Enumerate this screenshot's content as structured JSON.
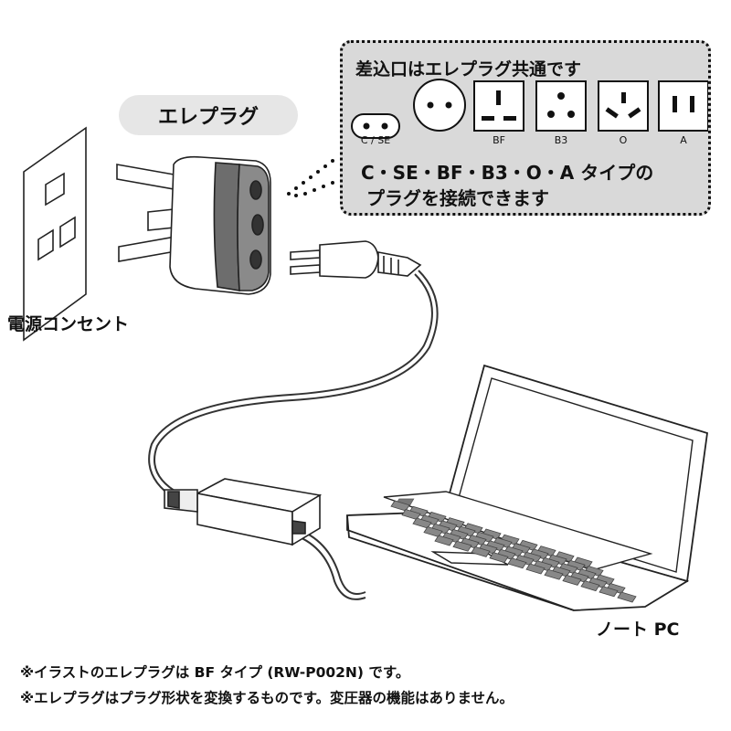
{
  "adapter_label": "エレプラグ",
  "outlet_label": "電源コンセント",
  "laptop_label": "ノート PC",
  "callout": {
    "title": "差込口はエレプラグ共通です",
    "plug_types": [
      "C / SE",
      "BF",
      "B3",
      "O",
      "A"
    ],
    "description_line1": "C・SE・BF・B3・O・A タイプの",
    "description_line2": "プラグを接続できます"
  },
  "notes": [
    "※イラストのエレプラグは BF タイプ (RW-P002N) です。",
    "※エレプラグはプラグ形状を変換するものです。変圧器の機能はありません。"
  ]
}
